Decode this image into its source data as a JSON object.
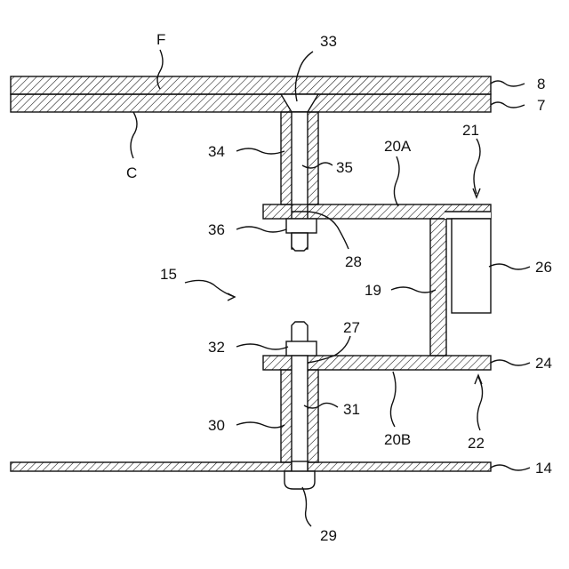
{
  "labels": {
    "F": "F",
    "n33": "33",
    "n8": "8",
    "n7": "7",
    "C": "C",
    "n34": "34",
    "n35": "35",
    "n20A": "20A",
    "n21": "21",
    "n36": "36",
    "n28": "28",
    "n26": "26",
    "n15": "15",
    "n19": "19",
    "n32": "32",
    "n27": "27",
    "n24": "24",
    "n30": "30",
    "n31": "31",
    "n20B": "20B",
    "n22": "22",
    "n14": "14",
    "n29": "29"
  },
  "colors": {
    "line": "#111111",
    "background": "#ffffff"
  }
}
